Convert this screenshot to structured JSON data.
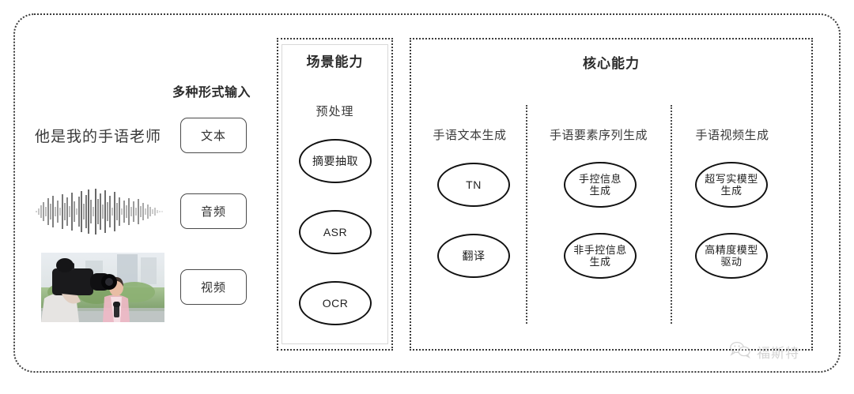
{
  "input_section": {
    "caption": "多种形式输入",
    "sentence": "他是我的手语老师",
    "waveform_icon": "audio-waveform",
    "video_icon": "video-thumbnail",
    "modalities": [
      {
        "label": "文本"
      },
      {
        "label": "音频"
      },
      {
        "label": "视频"
      }
    ]
  },
  "scene_panel": {
    "title": "场景能力",
    "subtitle": "预处理",
    "nodes": [
      {
        "label": "摘要抽取"
      },
      {
        "label": "ASR"
      },
      {
        "label": "OCR"
      }
    ]
  },
  "core_panel": {
    "title": "核心能力",
    "columns": [
      {
        "title": "手语文本生成",
        "nodes": [
          {
            "line1": "TN",
            "line2": ""
          },
          {
            "line1": "翻译",
            "line2": ""
          }
        ]
      },
      {
        "title": "手语要素序列生成",
        "nodes": [
          {
            "line1": "手控信息",
            "line2": "生成"
          },
          {
            "line1": "非手控信息",
            "line2": "生成"
          }
        ]
      },
      {
        "title": "手语视频生成",
        "nodes": [
          {
            "line1": "超写实模型",
            "line2": "生成"
          },
          {
            "line1": "高精度模型",
            "line2": "驱动"
          }
        ]
      }
    ]
  },
  "watermark": {
    "icon": "wechat-icon",
    "text": "福斯特"
  },
  "colors": {
    "frame": "#3b3b3b",
    "node_stroke": "#111111",
    "text": "#2b2b2b",
    "watermark": "#9a9a9a"
  }
}
